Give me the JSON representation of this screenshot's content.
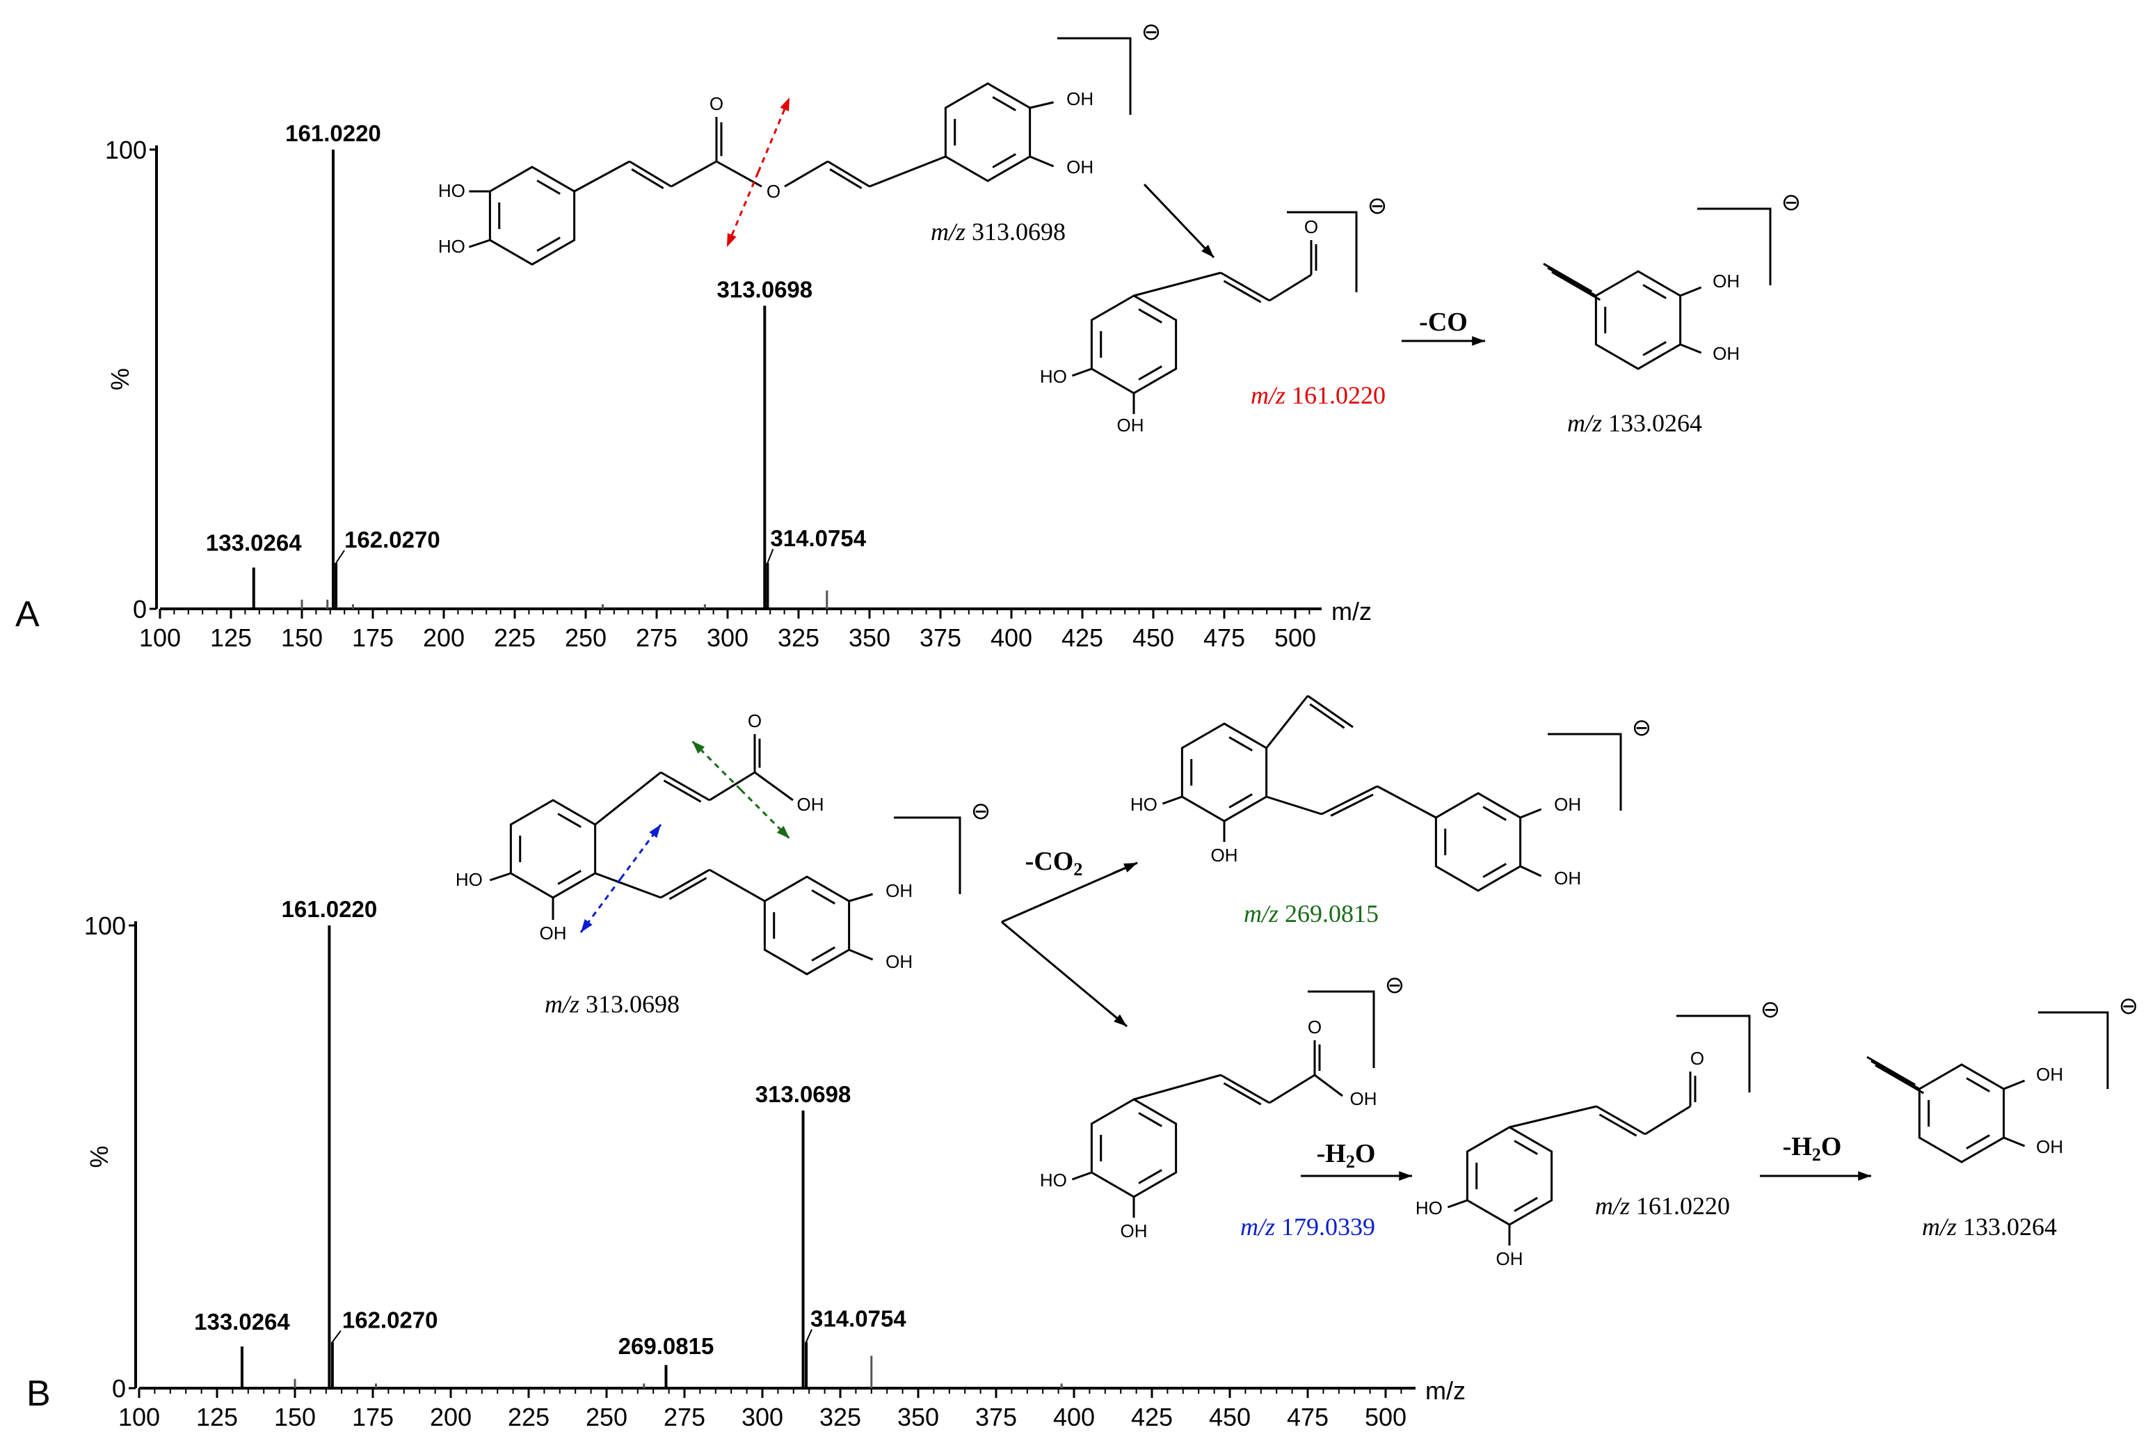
{
  "chart_data": [
    {
      "type": "bar",
      "panel_label": "A",
      "xlabel": "m/z",
      "ylabel": "%",
      "xlim": [
        100,
        505
      ],
      "ylim": [
        0,
        100
      ],
      "xticks": [
        100,
        125,
        150,
        175,
        200,
        225,
        250,
        275,
        300,
        325,
        350,
        375,
        400,
        425,
        450,
        475,
        500
      ],
      "yticks": [
        0,
        100
      ],
      "peaks": [
        {
          "mz": 133.0264,
          "intensity": 9,
          "label": "133.0264"
        },
        {
          "mz": 161.022,
          "intensity": 100,
          "label": "161.0220"
        },
        {
          "mz": 162.027,
          "intensity": 10,
          "label": "162.0270"
        },
        {
          "mz": 313.0698,
          "intensity": 66,
          "label": "313.0698"
        },
        {
          "mz": 314.0754,
          "intensity": 10,
          "label": "314.0754"
        },
        {
          "mz": 335,
          "intensity": 4
        },
        {
          "mz": 150,
          "intensity": 2
        },
        {
          "mz": 159,
          "intensity": 2
        },
        {
          "mz": 168,
          "intensity": 1
        },
        {
          "mz": 256,
          "intensity": 1
        },
        {
          "mz": 292,
          "intensity": 1
        }
      ]
    },
    {
      "type": "bar",
      "panel_label": "B",
      "xlabel": "m/z",
      "ylabel": "%",
      "xlim": [
        100,
        505
      ],
      "ylim": [
        0,
        100
      ],
      "xticks": [
        100,
        125,
        150,
        175,
        200,
        225,
        250,
        275,
        300,
        325,
        350,
        375,
        400,
        425,
        450,
        475,
        500
      ],
      "yticks": [
        0,
        100
      ],
      "peaks": [
        {
          "mz": 133.0264,
          "intensity": 9,
          "label": "133.0264"
        },
        {
          "mz": 161.022,
          "intensity": 100,
          "label": "161.0220"
        },
        {
          "mz": 162.027,
          "intensity": 10,
          "label": "162.0270"
        },
        {
          "mz": 269.0815,
          "intensity": 5,
          "label": "269.0815"
        },
        {
          "mz": 313.0698,
          "intensity": 60,
          "label": "313.0698"
        },
        {
          "mz": 314.0754,
          "intensity": 10,
          "label": "314.0754"
        },
        {
          "mz": 335,
          "intensity": 7
        },
        {
          "mz": 150,
          "intensity": 2
        },
        {
          "mz": 176,
          "intensity": 1
        },
        {
          "mz": 262,
          "intensity": 1
        },
        {
          "mz": 396,
          "intensity": 1
        }
      ]
    }
  ],
  "annotations": {
    "A": {
      "parent_mz": "m/z 313.0698",
      "frag1_mz": "m/z 161.0220",
      "frag1_color": "#e00000",
      "loss1": "-CO",
      "frag2_mz": "m/z 133.0264",
      "cleavage_color": "#e00000"
    },
    "B": {
      "parent_mz": "m/z 313.0698",
      "loss_co2": "-CO2",
      "frag_269_mz": "m/z 269.0815",
      "frag_269_color": "#1a6b1a",
      "frag_179_mz": "m/z 179.0339",
      "frag_179_color": "#0a1ed0",
      "loss_h2o_1": "-H2O",
      "frag_161_mz": "m/z 161.0220",
      "loss_h2o_2": "-H2O",
      "frag_133_mz": "m/z 133.0264",
      "green_arrow_color": "#1a6b1a",
      "blue_arrow_color": "#0a1ed0"
    },
    "atoms": {
      "OH": "OH",
      "HO": "HO",
      "O": "O",
      "charge": "⊖"
    }
  }
}
